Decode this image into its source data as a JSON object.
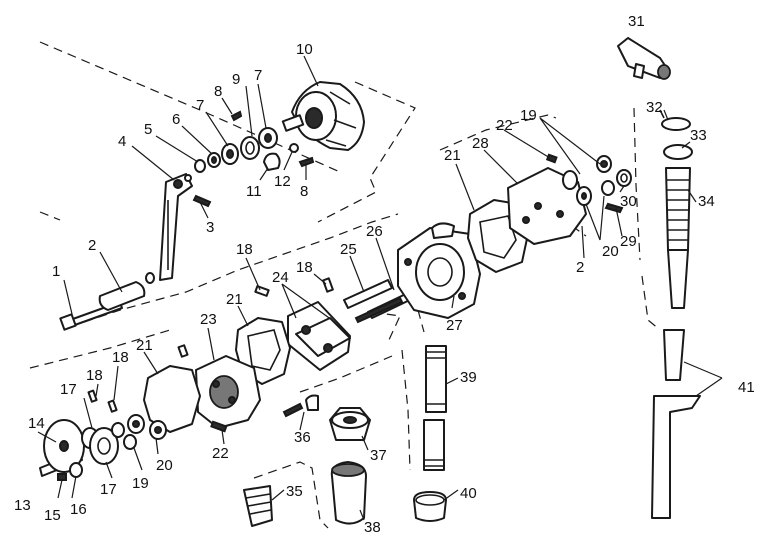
{
  "callouts": [
    {
      "id": "c1",
      "text": "1"
    },
    {
      "id": "c2a",
      "text": "2"
    },
    {
      "id": "c2b",
      "text": "2"
    },
    {
      "id": "c3",
      "text": "3"
    },
    {
      "id": "c4",
      "text": "4"
    },
    {
      "id": "c5",
      "text": "5"
    },
    {
      "id": "c6",
      "text": "6"
    },
    {
      "id": "c7a",
      "text": "7"
    },
    {
      "id": "c7b",
      "text": "7"
    },
    {
      "id": "c8a",
      "text": "8"
    },
    {
      "id": "c8b",
      "text": "8"
    },
    {
      "id": "c9",
      "text": "9"
    },
    {
      "id": "c10",
      "text": "10"
    },
    {
      "id": "c11",
      "text": "11"
    },
    {
      "id": "c12",
      "text": "12"
    },
    {
      "id": "c13",
      "text": "13"
    },
    {
      "id": "c14",
      "text": "14"
    },
    {
      "id": "c15",
      "text": "15"
    },
    {
      "id": "c16",
      "text": "16"
    },
    {
      "id": "c17a",
      "text": "17"
    },
    {
      "id": "c17b",
      "text": "17"
    },
    {
      "id": "c18a",
      "text": "18"
    },
    {
      "id": "c18b",
      "text": "18"
    },
    {
      "id": "c18c",
      "text": "18"
    },
    {
      "id": "c18d",
      "text": "18"
    },
    {
      "id": "c19a",
      "text": "19"
    },
    {
      "id": "c19b",
      "text": "19"
    },
    {
      "id": "c20a",
      "text": "20"
    },
    {
      "id": "c20b",
      "text": "20"
    },
    {
      "id": "c21a",
      "text": "21"
    },
    {
      "id": "c21b",
      "text": "21"
    },
    {
      "id": "c21c",
      "text": "21"
    },
    {
      "id": "c22a",
      "text": "22"
    },
    {
      "id": "c22b",
      "text": "22"
    },
    {
      "id": "c23",
      "text": "23"
    },
    {
      "id": "c24",
      "text": "24"
    },
    {
      "id": "c25",
      "text": "25"
    },
    {
      "id": "c26",
      "text": "26"
    },
    {
      "id": "c27",
      "text": "27"
    },
    {
      "id": "c28",
      "text": "28"
    },
    {
      "id": "c29",
      "text": "29"
    },
    {
      "id": "c30",
      "text": "30"
    },
    {
      "id": "c31",
      "text": "31"
    },
    {
      "id": "c32",
      "text": "32"
    },
    {
      "id": "c33",
      "text": "33"
    },
    {
      "id": "c34",
      "text": "34"
    },
    {
      "id": "c35",
      "text": "35"
    },
    {
      "id": "c36",
      "text": "36"
    },
    {
      "id": "c37",
      "text": "37"
    },
    {
      "id": "c38",
      "text": "38"
    },
    {
      "id": "c39",
      "text": "39"
    },
    {
      "id": "c40",
      "text": "40"
    },
    {
      "id": "c41",
      "text": "41"
    }
  ]
}
